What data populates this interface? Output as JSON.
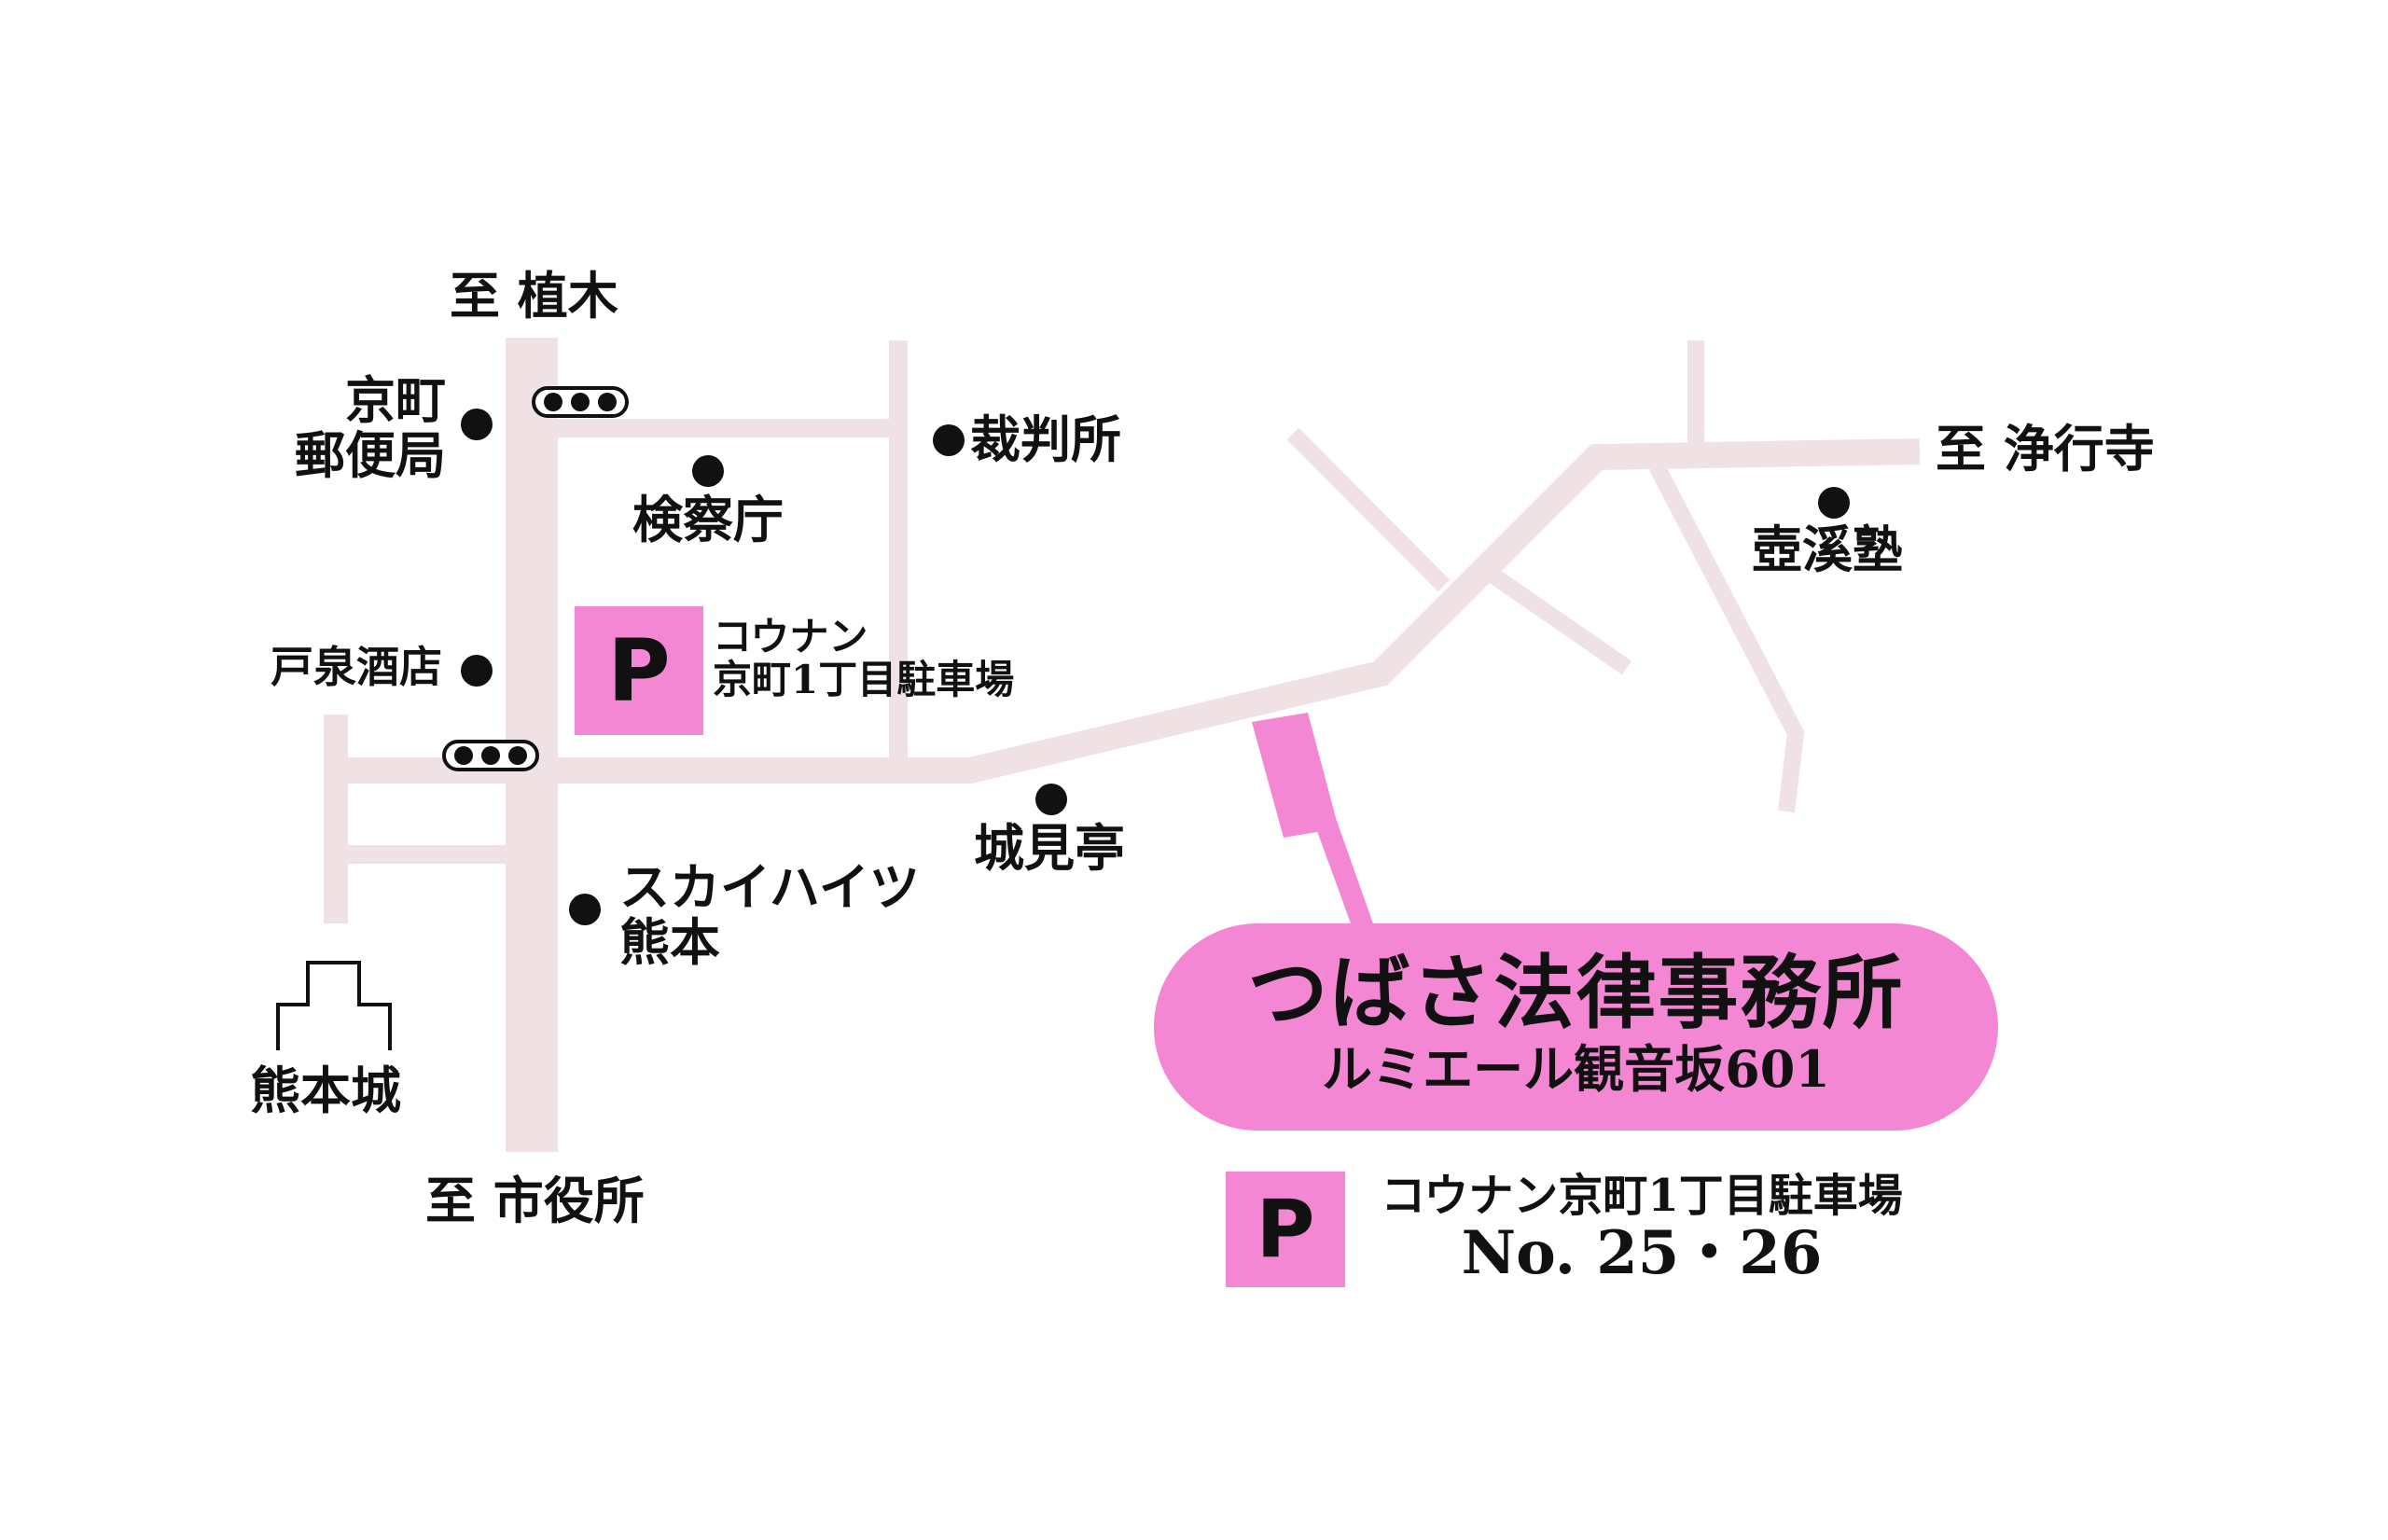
{
  "colors": {
    "road": "#f0e2e4",
    "accent": "#f487d4",
    "text": "#111111"
  },
  "directions": {
    "north": "至 植木",
    "south": "至 市役所",
    "east": "至 浄行寺"
  },
  "landmarks": {
    "post_office_line1": "京町",
    "post_office_line2": "郵便局",
    "court": "裁判所",
    "prosecutor": "検察庁",
    "toizumi": "戸泉酒店",
    "castle_view": "城見亭",
    "sky_heights_line1": "スカイハイツ",
    "sky_heights_line2": "熊本",
    "castle": "熊本城",
    "tsuboi": "壺溪塾"
  },
  "parking_near": {
    "symbol": "P",
    "line1": "コウナン",
    "line2": "京町1丁目駐車場"
  },
  "office": {
    "name": "つばさ法律事務所",
    "building": "ルミエール観音坂601"
  },
  "parking_info": {
    "symbol": "P",
    "name": "コウナン京町1丁目駐車場",
    "number": "No. 25・26"
  },
  "icons": {
    "signal": "traffic-signal-icon",
    "castle": "castle-icon",
    "landmark": "landmark-dot-icon",
    "building": "office-building-marker"
  }
}
